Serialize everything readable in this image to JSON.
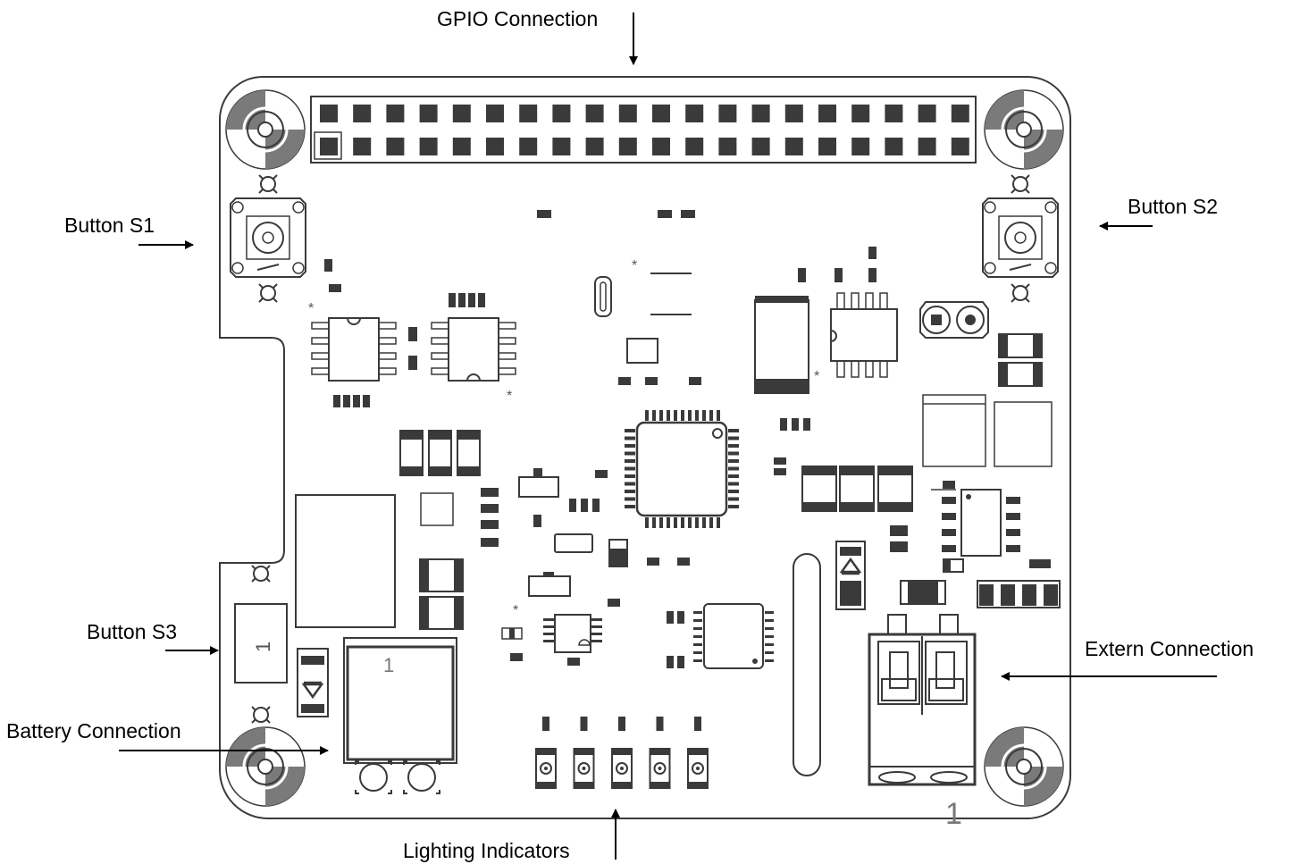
{
  "labels": {
    "gpio": "GPIO Connection",
    "button_s1": "Button S1",
    "button_s2": "Button S2",
    "button_s3": "Button S3",
    "battery": "Battery Connection",
    "extern": "Extern Connection",
    "lighting": "Lighting Indicators"
  },
  "board_marks": {
    "battery_pin1": "1",
    "s3_pin1": "1",
    "extern_pin1": "1"
  },
  "colors": {
    "outline": "#3a3a3a",
    "pad": "#3a3a3a",
    "mount_gray": "#7a7a7a",
    "arrow": "#000000"
  },
  "gpio_header": {
    "rows": 2,
    "pins_per_row": 20
  },
  "led_count": 5
}
